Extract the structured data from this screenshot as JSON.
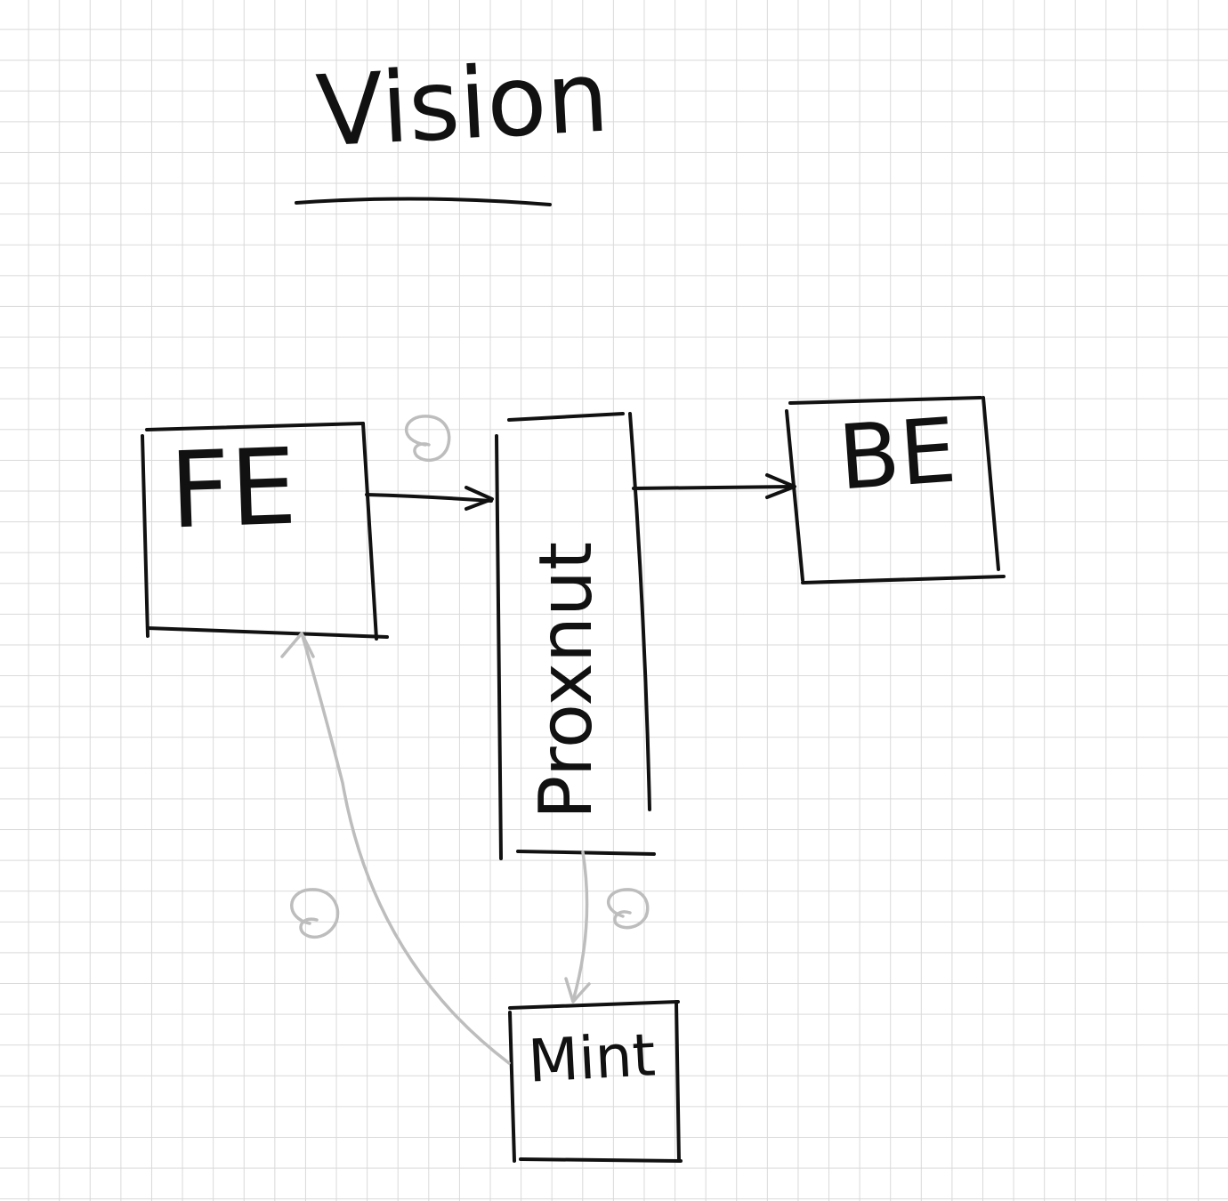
{
  "title": "Vision",
  "nodes": {
    "fe": {
      "label": "FE"
    },
    "proxy": {
      "label": "Proxnut"
    },
    "be": {
      "label": "BE"
    },
    "mint": {
      "label": "Mint"
    }
  },
  "colors": {
    "ink": "#111111",
    "pencil": "#bdbdbd",
    "grid": "#d9d9d9",
    "paper": "#ffffff"
  }
}
